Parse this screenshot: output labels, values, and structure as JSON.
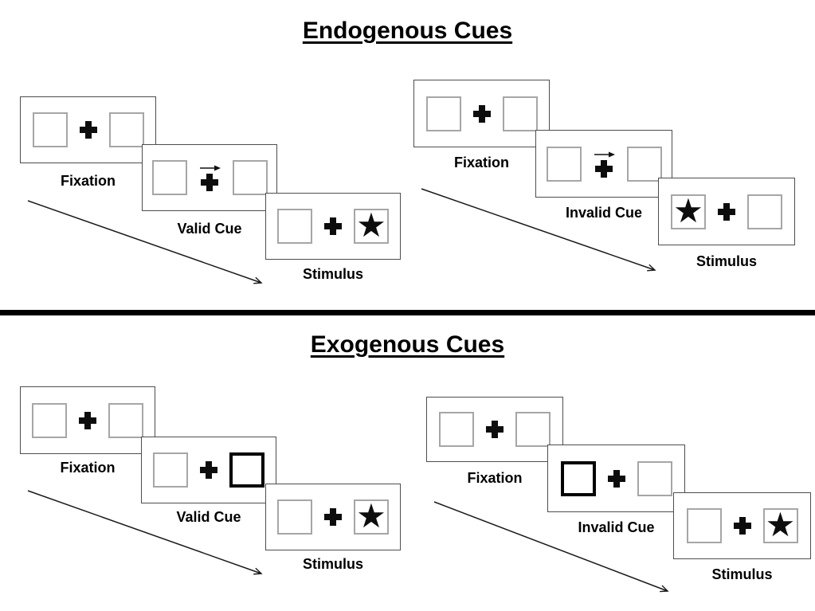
{
  "titles": {
    "endogenous": "Endogenous Cues",
    "exogenous": "Exogenous Cues"
  },
  "glyphs": {
    "star": "★"
  },
  "panels": {
    "endogenous_valid": {
      "fixation_label": "Fixation",
      "cue_label": "Valid Cue",
      "stimulus_label": "Stimulus",
      "cue_type": "central arrow pointing right above fixation cross",
      "stimulus_star_side": "right"
    },
    "endogenous_invalid": {
      "fixation_label": "Fixation",
      "cue_label": "Invalid Cue",
      "stimulus_label": "Stimulus",
      "cue_type": "central arrow pointing right above fixation cross",
      "stimulus_star_side": "left"
    },
    "exogenous_valid": {
      "fixation_label": "Fixation",
      "cue_label": "Valid Cue",
      "stimulus_label": "Stimulus",
      "cue_type": "right peripheral box highlighted with thick black border",
      "stimulus_star_side": "right"
    },
    "exogenous_invalid": {
      "fixation_label": "Fixation",
      "cue_label": "Invalid Cue",
      "stimulus_label": "Stimulus",
      "cue_type": "left peripheral box highlighted with thick black border",
      "stimulus_star_side": "right"
    }
  },
  "colors": {
    "background": "#ffffff",
    "ink": "#000000",
    "card_border": "#4d4d4d",
    "placeholder_box_border": "#a6a6a6",
    "highlight_box_border": "#000000"
  }
}
